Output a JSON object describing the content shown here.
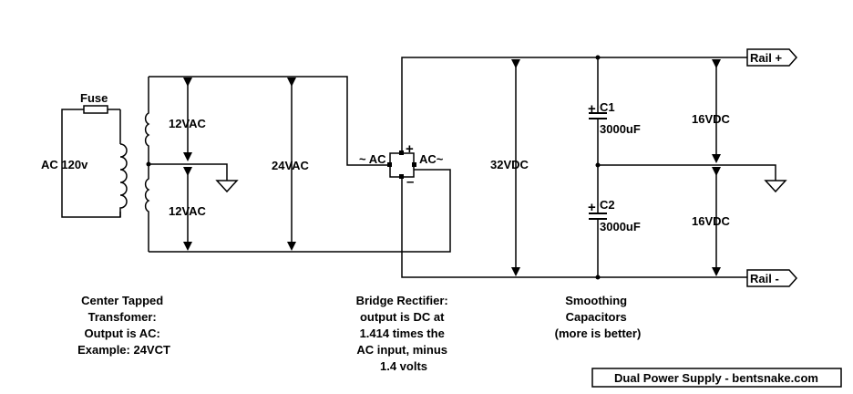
{
  "labels": {
    "fuse": "Fuse",
    "ac_input": "AC 120v",
    "secondary_top": "12VAC",
    "secondary_bottom": "12VAC",
    "secondary_total": "24VAC",
    "bridge_ac_left": "~ AC",
    "bridge_ac_right": "AC~",
    "bridge_plus": "+",
    "bridge_minus": "–",
    "dc_total": "32VDC",
    "c1_name": "C1",
    "c1_value": "3000uF",
    "c2_name": "C2",
    "c2_value": "3000uF",
    "cap_plus": "+",
    "rail_top_value": "16VDC",
    "rail_bottom_value": "16VDC",
    "rail_plus": "Rail +",
    "rail_minus": "Rail -"
  },
  "captions": {
    "transformer": [
      "Center Tapped",
      "Transfomer:",
      "Output is AC:",
      "Example: 24VCT"
    ],
    "bridge": [
      "Bridge Rectifier:",
      "output is DC at",
      "1.414 times the",
      "AC input, minus",
      "1.4 volts"
    ],
    "capacitors": [
      "Smoothing",
      "Capacitors",
      "(more is better)"
    ]
  },
  "footer": "Dual Power Supply - bentsnake.com"
}
